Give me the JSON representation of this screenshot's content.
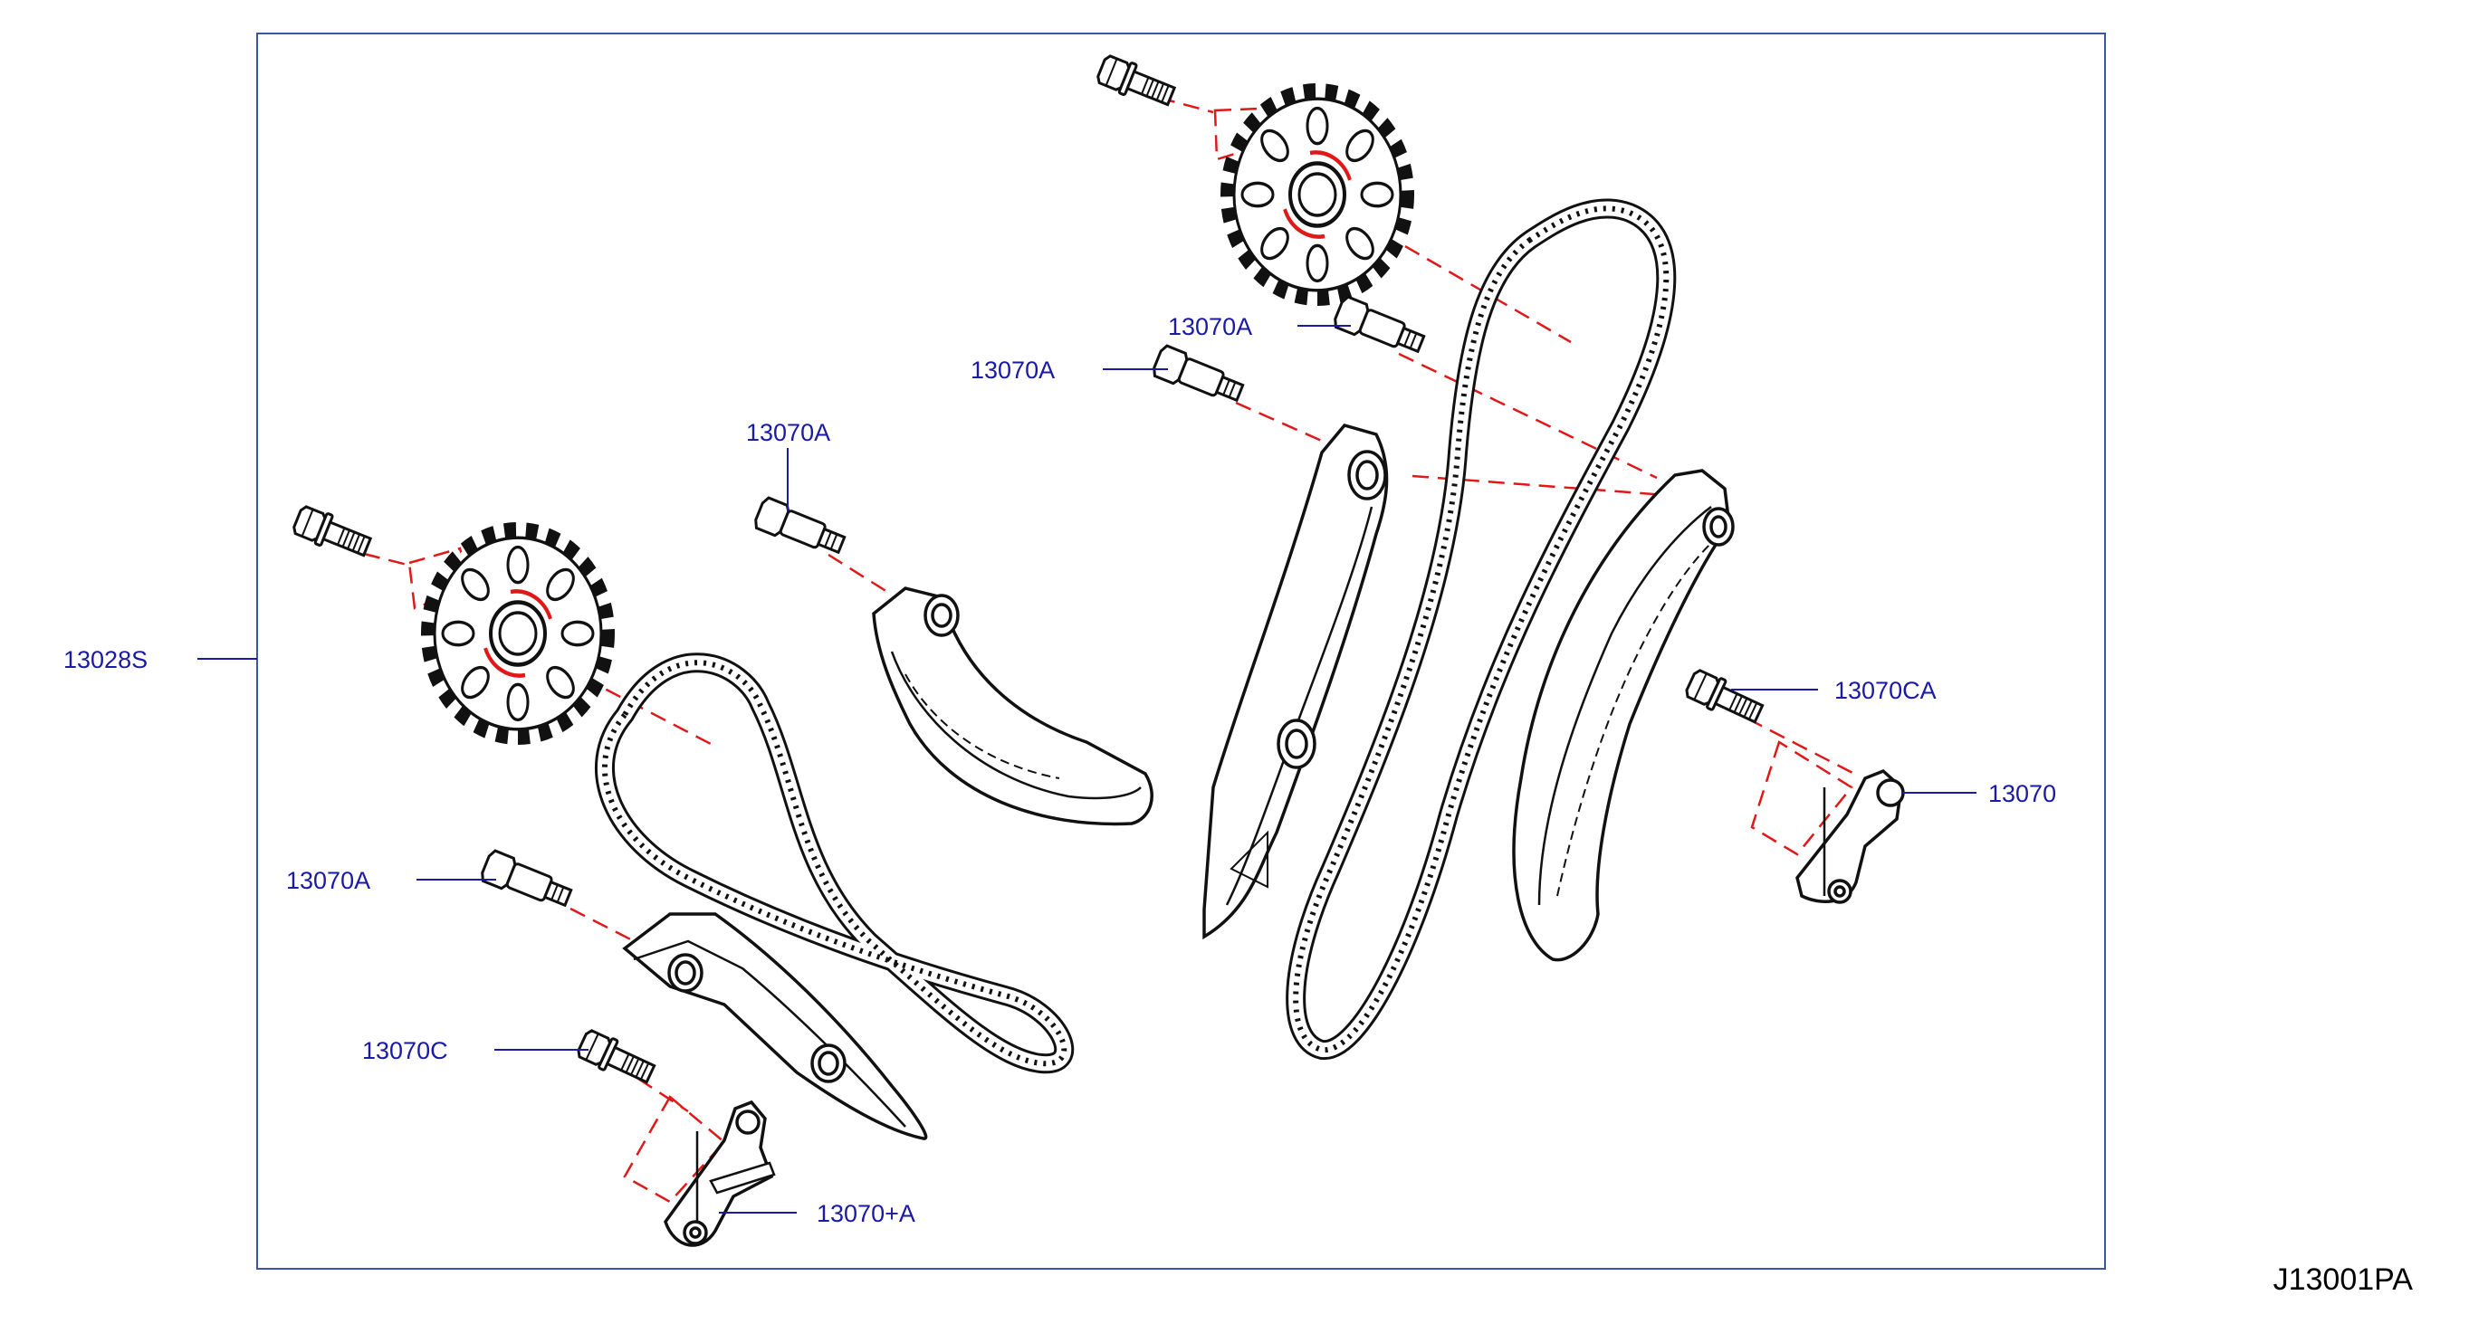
{
  "diagram": {
    "drawing_id": "J13001PA",
    "colors": {
      "frame": "#3d55a8",
      "leader": "#1a1aa6",
      "label": "#1a1aa6",
      "centerline": "#e01818",
      "part": "#111111"
    },
    "callouts": {
      "part_13028S": "13028S",
      "guide_bolt_top_right": "13070A",
      "guide_bolt_top_left": "13070A",
      "guide_bolt_middle": "13070A",
      "guide_bolt_lower_left": "13070A",
      "tensioner_bolt_right": "13070CA",
      "tensioner_right": "13070",
      "tensioner_bolt_left": "13070C",
      "tensioner_left": "13070+A"
    },
    "parts": [
      {
        "name": "upper camshaft sprocket",
        "icon": "sprocket-icon"
      },
      {
        "name": "lower camshaft sprocket",
        "icon": "sprocket-icon"
      },
      {
        "name": "primary timing chain",
        "icon": "chain-icon"
      },
      {
        "name": "secondary timing chain",
        "icon": "chain-icon"
      },
      {
        "name": "chain guides",
        "icon": "guide-icon"
      },
      {
        "name": "chain tensioners",
        "icon": "tensioner-icon"
      },
      {
        "name": "bolts",
        "icon": "bolt-icon"
      }
    ]
  }
}
